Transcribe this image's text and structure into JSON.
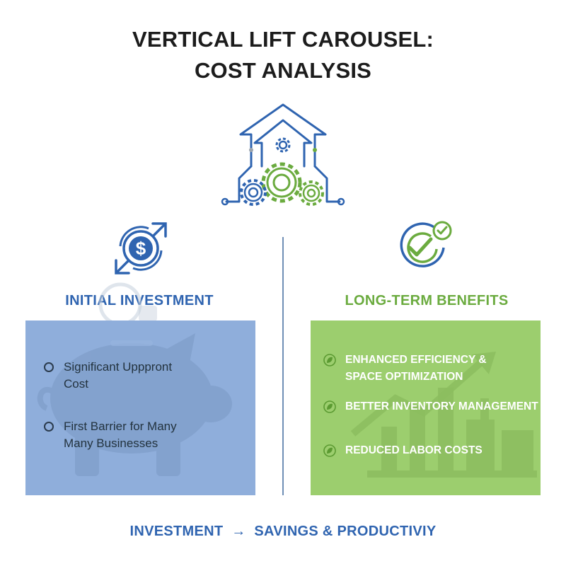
{
  "title": {
    "line1": "VERTICAL LIFT CAROUSEL:",
    "line2": "COST ANALYSIS"
  },
  "icons": {
    "hero": "arrow-up-gears-circuit-icon",
    "left": "dollar-exchange-icon",
    "right": "check-badge-icon",
    "left_panel_background": "piggy-bank-icon",
    "right_panel_background": "rising-bar-chart-icon"
  },
  "colors": {
    "blue": "#2f64b0",
    "green": "#6bab3f",
    "left_panel": "#8faedb",
    "right_panel": "#9cce6e"
  },
  "left": {
    "heading": "INITIAL INVESTMENT",
    "items": [
      "Significant Upppront\nCost",
      "First Barrier for Many\nMany Businesses"
    ]
  },
  "right": {
    "heading": "LONG-TERM BENEFITS",
    "items": [
      "ENHANCED EFFICIENCY &\nSPACE OPTIMIZATION",
      "BETTER INVENTORY MANAGEMENT",
      "REDUCED LABOR COSTS"
    ]
  },
  "footer": {
    "left": "INVESTMENT",
    "arrow": "→",
    "right": "SAVINGS & PRODUCTIVIY"
  }
}
